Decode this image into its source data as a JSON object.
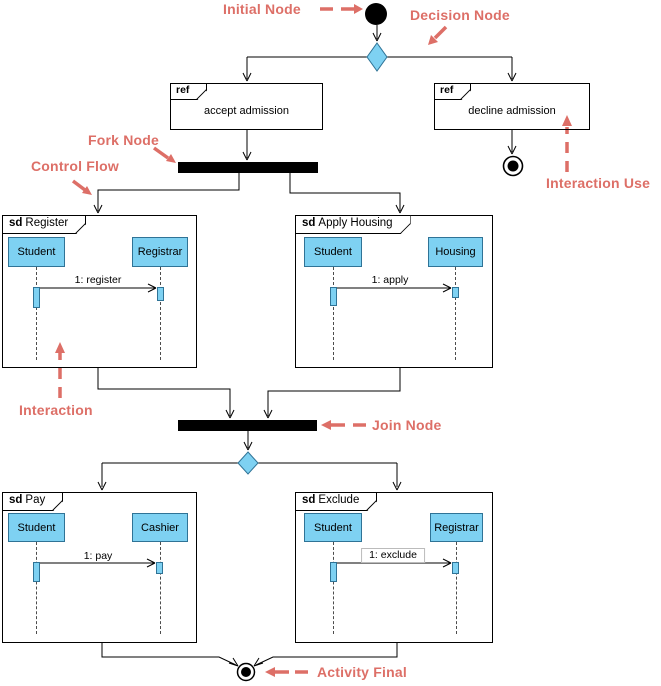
{
  "colors": {
    "annotation": "#dd6f67",
    "node_fill": "#7ed1f2",
    "node_border": "#2f7396",
    "frame_border": "#000000"
  },
  "annotations": {
    "initial_node": "Initial Node",
    "decision_node": "Decision Node",
    "fork_node": "Fork Node",
    "control_flow": "Control Flow",
    "interaction_use": "Interaction Use",
    "interaction": "Interaction",
    "join_node": "Join Node",
    "activity_final": "Activity Final"
  },
  "ref_frames": [
    {
      "tag": "ref",
      "label": "accept admission"
    },
    {
      "tag": "ref",
      "label": "decline admission"
    }
  ],
  "sd_frames": [
    {
      "tag": "sd",
      "name": "Register",
      "lifelines": [
        "Student",
        "Registrar"
      ],
      "message": "1: register"
    },
    {
      "tag": "sd",
      "name": "Apply Housing",
      "lifelines": [
        "Student",
        "Housing"
      ],
      "message": "1: apply"
    },
    {
      "tag": "sd",
      "name": "Pay",
      "lifelines": [
        "Student",
        "Cashier"
      ],
      "message": "1: pay"
    },
    {
      "tag": "sd",
      "name": "Exclude",
      "lifelines": [
        "Student",
        "Registrar"
      ],
      "message": "1: exclude"
    }
  ]
}
